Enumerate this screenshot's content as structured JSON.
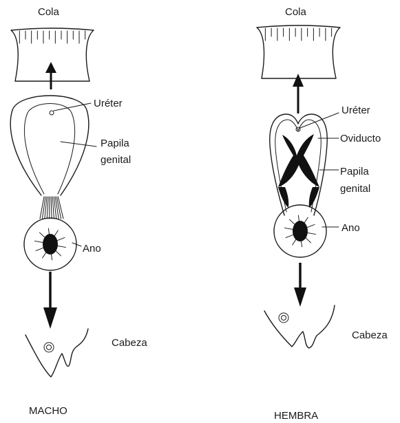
{
  "male": {
    "tail_label": "Cola",
    "ureter_label": "Uréter",
    "papilla_label_line1": "Papila",
    "papilla_label_line2": "genital",
    "anus_label": "Ano",
    "head_label": "Cabeza",
    "sex_label": "MACHO"
  },
  "female": {
    "tail_label": "Cola",
    "ureter_label": "Uréter",
    "oviduct_label": "Oviducto",
    "papilla_label_line1": "Papila",
    "papilla_label_line2": "genital",
    "anus_label": "Ano",
    "head_label": "Cabeza",
    "sex_label": "HEMBRA"
  }
}
